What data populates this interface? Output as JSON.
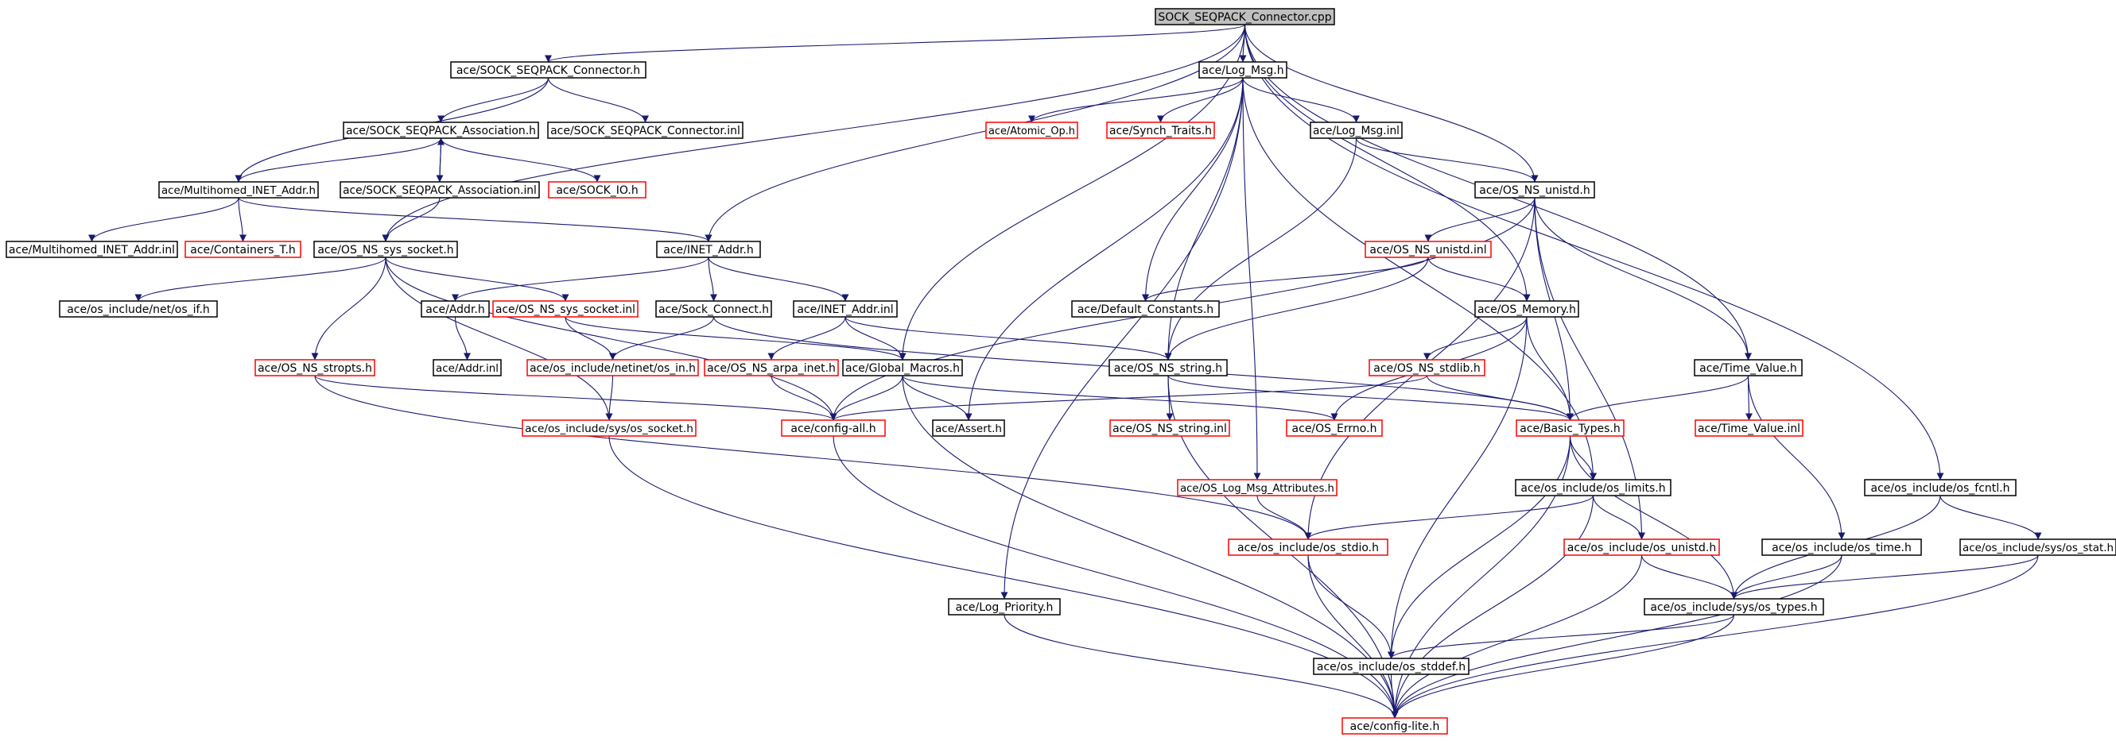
{
  "colors": {
    "normal_border": "#000000",
    "external_border": "#ff0000",
    "root_fill": "#bfbfbf",
    "node_fill": "#ffffff",
    "edge": "#191970"
  },
  "nodes": [
    {
      "id": "root",
      "label": "SOCK_SEQPACK_Connector.cpp",
      "kind": "root"
    },
    {
      "id": "sock_conn_h",
      "label": "ace/SOCK_SEQPACK_Connector.h",
      "kind": "normal"
    },
    {
      "id": "log_msg_h",
      "label": "ace/Log_Msg.h",
      "kind": "normal"
    },
    {
      "id": "sock_assoc_h",
      "label": "ace/SOCK_SEQPACK_Association.h",
      "kind": "normal"
    },
    {
      "id": "sock_conn_inl",
      "label": "ace/SOCK_SEQPACK_Connector.inl",
      "kind": "normal"
    },
    {
      "id": "atomic_op",
      "label": "ace/Atomic_Op.h",
      "kind": "external"
    },
    {
      "id": "synch_traits",
      "label": "ace/Synch_Traits.h",
      "kind": "external"
    },
    {
      "id": "log_msg_inl",
      "label": "ace/Log_Msg.inl",
      "kind": "normal"
    },
    {
      "id": "multi_inet_h",
      "label": "ace/Multihomed_INET_Addr.h",
      "kind": "normal"
    },
    {
      "id": "sock_assoc_inl",
      "label": "ace/SOCK_SEQPACK_Association.inl",
      "kind": "normal"
    },
    {
      "id": "sock_io",
      "label": "ace/SOCK_IO.h",
      "kind": "external"
    },
    {
      "id": "os_ns_unistd_h",
      "label": "ace/OS_NS_unistd.h",
      "kind": "normal"
    },
    {
      "id": "multi_inet_inl",
      "label": "ace/Multihomed_INET_Addr.inl",
      "kind": "normal"
    },
    {
      "id": "containers_t",
      "label": "ace/Containers_T.h",
      "kind": "external"
    },
    {
      "id": "os_ns_sys_socket_h",
      "label": "ace/OS_NS_sys_socket.h",
      "kind": "normal"
    },
    {
      "id": "inet_addr_h",
      "label": "ace/INET_Addr.h",
      "kind": "normal"
    },
    {
      "id": "os_ns_unistd_inl",
      "label": "ace/OS_NS_unistd.inl",
      "kind": "external"
    },
    {
      "id": "os_if",
      "label": "ace/os_include/net/os_if.h",
      "kind": "normal"
    },
    {
      "id": "addr_h",
      "label": "ace/Addr.h",
      "kind": "normal"
    },
    {
      "id": "os_ns_sys_socket_inl",
      "label": "ace/OS_NS_sys_socket.inl",
      "kind": "external"
    },
    {
      "id": "sock_connect",
      "label": "ace/Sock_Connect.h",
      "kind": "normal"
    },
    {
      "id": "inet_addr_inl",
      "label": "ace/INET_Addr.inl",
      "kind": "normal"
    },
    {
      "id": "default_constants",
      "label": "ace/Default_Constants.h",
      "kind": "normal"
    },
    {
      "id": "os_memory",
      "label": "ace/OS_Memory.h",
      "kind": "normal"
    },
    {
      "id": "os_ns_stropts",
      "label": "ace/OS_NS_stropts.h",
      "kind": "external"
    },
    {
      "id": "addr_inl",
      "label": "ace/Addr.inl",
      "kind": "normal"
    },
    {
      "id": "os_in",
      "label": "ace/os_include/netinet/os_in.h",
      "kind": "external"
    },
    {
      "id": "os_ns_arpa_inet",
      "label": "ace/OS_NS_arpa_inet.h",
      "kind": "external"
    },
    {
      "id": "global_macros",
      "label": "ace/Global_Macros.h",
      "kind": "normal"
    },
    {
      "id": "os_ns_string_h",
      "label": "ace/OS_NS_string.h",
      "kind": "normal"
    },
    {
      "id": "os_ns_stdlib",
      "label": "ace/OS_NS_stdlib.h",
      "kind": "external"
    },
    {
      "id": "time_value_h",
      "label": "ace/Time_Value.h",
      "kind": "normal"
    },
    {
      "id": "os_socket",
      "label": "ace/os_include/sys/os_socket.h",
      "kind": "external"
    },
    {
      "id": "config_all",
      "label": "ace/config-all.h",
      "kind": "external"
    },
    {
      "id": "assert_h",
      "label": "ace/Assert.h",
      "kind": "normal"
    },
    {
      "id": "os_ns_string_inl",
      "label": "ace/OS_NS_string.inl",
      "kind": "external"
    },
    {
      "id": "os_errno",
      "label": "ace/OS_Errno.h",
      "kind": "external"
    },
    {
      "id": "basic_types",
      "label": "ace/Basic_Types.h",
      "kind": "external"
    },
    {
      "id": "time_value_inl",
      "label": "ace/Time_Value.inl",
      "kind": "external"
    },
    {
      "id": "os_log_msg_attr",
      "label": "ace/OS_Log_Msg_Attributes.h",
      "kind": "external"
    },
    {
      "id": "os_limits",
      "label": "ace/os_include/os_limits.h",
      "kind": "normal"
    },
    {
      "id": "os_fcntl",
      "label": "ace/os_include/os_fcntl.h",
      "kind": "normal"
    },
    {
      "id": "os_stdio",
      "label": "ace/os_include/os_stdio.h",
      "kind": "external"
    },
    {
      "id": "os_unistd",
      "label": "ace/os_include/os_unistd.h",
      "kind": "external"
    },
    {
      "id": "os_time",
      "label": "ace/os_include/os_time.h",
      "kind": "normal"
    },
    {
      "id": "os_stat",
      "label": "ace/os_include/sys/os_stat.h",
      "kind": "normal"
    },
    {
      "id": "log_priority",
      "label": "ace/Log_Priority.h",
      "kind": "normal"
    },
    {
      "id": "os_types",
      "label": "ace/os_include/sys/os_types.h",
      "kind": "normal"
    },
    {
      "id": "os_stddef",
      "label": "ace/os_include/os_stddef.h",
      "kind": "normal"
    },
    {
      "id": "config_lite",
      "label": "ace/config-lite.h",
      "kind": "external"
    }
  ],
  "edges": [
    [
      "root",
      "sock_conn_h"
    ],
    [
      "root",
      "log_msg_h"
    ],
    [
      "root",
      "os_ns_unistd_h"
    ],
    [
      "root",
      "os_ns_sys_socket_h"
    ],
    [
      "root",
      "inet_addr_h"
    ],
    [
      "root",
      "os_memory"
    ],
    [
      "root",
      "time_value_h"
    ],
    [
      "root",
      "os_fcntl"
    ],
    [
      "root",
      "global_macros"
    ],
    [
      "sock_conn_h",
      "sock_assoc_h"
    ],
    [
      "sock_conn_h",
      "sock_conn_inl"
    ],
    [
      "sock_conn_h",
      "multi_inet_h"
    ],
    [
      "sock_assoc_h",
      "sock_assoc_inl"
    ],
    [
      "sock_assoc_inl",
      "sock_assoc_h"
    ],
    [
      "sock_assoc_h",
      "multi_inet_h"
    ],
    [
      "sock_assoc_h",
      "sock_io"
    ],
    [
      "sock_assoc_inl",
      "os_ns_sys_socket_h"
    ],
    [
      "multi_inet_h",
      "multi_inet_inl"
    ],
    [
      "multi_inet_h",
      "containers_t"
    ],
    [
      "multi_inet_h",
      "inet_addr_h"
    ],
    [
      "log_msg_h",
      "atomic_op"
    ],
    [
      "log_msg_h",
      "synch_traits"
    ],
    [
      "log_msg_h",
      "log_msg_inl"
    ],
    [
      "log_msg_h",
      "default_constants"
    ],
    [
      "log_msg_h",
      "log_priority"
    ],
    [
      "log_msg_h",
      "assert_h"
    ],
    [
      "log_msg_h",
      "os_log_msg_attr"
    ],
    [
      "log_msg_h",
      "os_limits"
    ],
    [
      "log_msg_h",
      "os_ns_string_h"
    ],
    [
      "log_msg_inl",
      "os_ns_unistd_h"
    ],
    [
      "log_msg_inl",
      "os_ns_string_h"
    ],
    [
      "os_ns_unistd_h",
      "os_ns_unistd_inl"
    ],
    [
      "os_ns_unistd_h",
      "basic_types"
    ],
    [
      "os_ns_unistd_h",
      "time_value_h"
    ],
    [
      "os_ns_unistd_h",
      "os_unistd"
    ],
    [
      "os_ns_unistd_h",
      "os_stdio"
    ],
    [
      "os_ns_unistd_h",
      "config_all"
    ],
    [
      "os_ns_unistd_inl",
      "default_constants"
    ],
    [
      "os_ns_unistd_inl",
      "os_memory"
    ],
    [
      "os_ns_unistd_inl",
      "os_ns_string_h"
    ],
    [
      "os_ns_sys_socket_h",
      "os_if"
    ],
    [
      "os_ns_sys_socket_h",
      "os_ns_stropts"
    ],
    [
      "os_ns_sys_socket_h",
      "os_ns_sys_socket_inl"
    ],
    [
      "os_ns_sys_socket_h",
      "os_socket"
    ],
    [
      "os_ns_sys_socket_h",
      "config_all"
    ],
    [
      "os_ns_sys_socket_inl",
      "os_in"
    ],
    [
      "os_ns_sys_socket_inl",
      "global_macros"
    ],
    [
      "inet_addr_h",
      "addr_h"
    ],
    [
      "inet_addr_h",
      "sock_connect"
    ],
    [
      "inet_addr_h",
      "inet_addr_inl"
    ],
    [
      "addr_h",
      "addr_inl"
    ],
    [
      "sock_connect",
      "os_in"
    ],
    [
      "sock_connect",
      "basic_types"
    ],
    [
      "inet_addr_inl",
      "os_ns_arpa_inet"
    ],
    [
      "inet_addr_inl",
      "global_macros"
    ],
    [
      "inet_addr_inl",
      "os_ns_string_h"
    ],
    [
      "os_memory",
      "os_ns_stdlib"
    ],
    [
      "os_memory",
      "basic_types"
    ],
    [
      "os_memory",
      "os_errno"
    ],
    [
      "os_memory",
      "os_stddef"
    ],
    [
      "os_ns_stropts",
      "config_all"
    ],
    [
      "os_ns_stropts",
      "os_stdio"
    ],
    [
      "os_in",
      "os_socket"
    ],
    [
      "os_ns_arpa_inet",
      "config_all"
    ],
    [
      "global_macros",
      "config_all"
    ],
    [
      "global_macros",
      "assert_h"
    ],
    [
      "global_macros",
      "os_errno"
    ],
    [
      "global_macros",
      "config_lite"
    ],
    [
      "os_ns_string_h",
      "os_ns_string_inl"
    ],
    [
      "os_ns_string_h",
      "basic_types"
    ],
    [
      "os_ns_string_h",
      "config_lite"
    ],
    [
      "os_ns_stdlib",
      "basic_types"
    ],
    [
      "os_ns_stdlib",
      "config_all"
    ],
    [
      "time_value_h",
      "basic_types"
    ],
    [
      "time_value_h",
      "time_value_inl"
    ],
    [
      "time_value_h",
      "os_time"
    ],
    [
      "os_socket",
      "config_lite"
    ],
    [
      "config_all",
      "config_lite"
    ],
    [
      "basic_types",
      "os_limits"
    ],
    [
      "basic_types",
      "os_stddef"
    ],
    [
      "basic_types",
      "os_types"
    ],
    [
      "basic_types",
      "config_lite"
    ],
    [
      "os_log_msg_attr",
      "os_stdio"
    ],
    [
      "os_limits",
      "os_stdio"
    ],
    [
      "os_limits",
      "os_unistd"
    ],
    [
      "os_limits",
      "config_lite"
    ],
    [
      "os_fcntl",
      "os_stat"
    ],
    [
      "os_fcntl",
      "os_types"
    ],
    [
      "os_stdio",
      "os_stddef"
    ],
    [
      "os_stdio",
      "config_lite"
    ],
    [
      "os_unistd",
      "os_types"
    ],
    [
      "os_unistd",
      "config_lite"
    ],
    [
      "os_time",
      "os_types"
    ],
    [
      "os_time",
      "config_lite"
    ],
    [
      "os_stat",
      "os_types"
    ],
    [
      "os_stat",
      "config_lite"
    ],
    [
      "log_priority",
      "config_lite"
    ],
    [
      "os_types",
      "os_stddef"
    ],
    [
      "os_types",
      "config_lite"
    ],
    [
      "os_stddef",
      "config_lite"
    ]
  ]
}
